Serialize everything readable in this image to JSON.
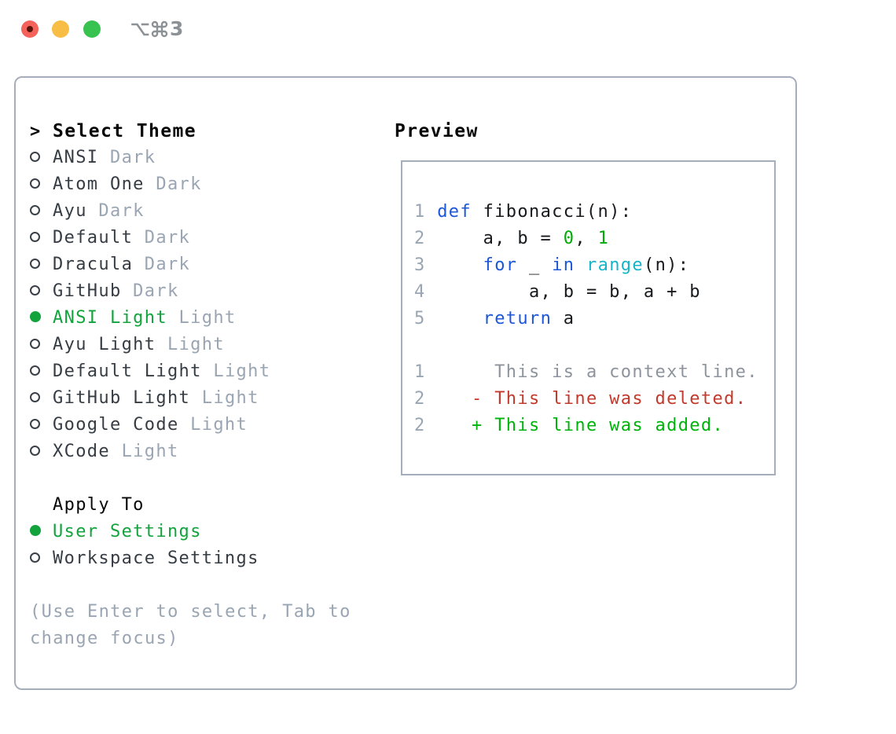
{
  "titlebar": {
    "traffic_lights": [
      "close",
      "minimize",
      "zoom"
    ],
    "shortcut": {
      "modifier_icons": [
        "option",
        "command"
      ],
      "digit": "3"
    }
  },
  "theme_list": {
    "header": "Select Theme",
    "header_prefix": ">",
    "items": [
      {
        "name": "ANSI",
        "variant": "Dark",
        "selected": false
      },
      {
        "name": "Atom One",
        "variant": "Dark",
        "selected": false
      },
      {
        "name": "Ayu",
        "variant": "Dark",
        "selected": false
      },
      {
        "name": "Default",
        "variant": "Dark",
        "selected": false
      },
      {
        "name": "Dracula",
        "variant": "Dark",
        "selected": false
      },
      {
        "name": "GitHub",
        "variant": "Dark",
        "selected": false
      },
      {
        "name": "ANSI Light",
        "variant": "Light",
        "selected": true
      },
      {
        "name": "Ayu Light",
        "variant": "Light",
        "selected": false
      },
      {
        "name": "Default Light",
        "variant": "Light",
        "selected": false
      },
      {
        "name": "GitHub Light",
        "variant": "Light",
        "selected": false
      },
      {
        "name": "Google Code",
        "variant": "Light",
        "selected": false
      },
      {
        "name": "XCode",
        "variant": "Light",
        "selected": false
      }
    ]
  },
  "apply_to": {
    "header": "Apply To",
    "options": [
      {
        "label": "User Settings",
        "selected": true
      },
      {
        "label": "Workspace Settings",
        "selected": false
      }
    ]
  },
  "footer": {
    "help_lines": [
      "(Use Enter to select, Tab to",
      "change focus)"
    ]
  },
  "preview": {
    "title": "Preview",
    "lines": [
      [],
      [
        {
          "t": "1 ",
          "c": "ln"
        },
        {
          "t": "def",
          "c": "kw"
        },
        {
          "t": " fibonacci(n):",
          "c": "pl"
        }
      ],
      [
        {
          "t": "2 ",
          "c": "ln"
        },
        {
          "t": "    a, b = ",
          "c": "pl"
        },
        {
          "t": "0",
          "c": "num"
        },
        {
          "t": ", ",
          "c": "pl"
        },
        {
          "t": "1",
          "c": "num"
        }
      ],
      [
        {
          "t": "3 ",
          "c": "ln"
        },
        {
          "t": "    ",
          "c": "pl"
        },
        {
          "t": "for",
          "c": "kw"
        },
        {
          "t": " _ ",
          "c": "pl"
        },
        {
          "t": "in",
          "c": "kw"
        },
        {
          "t": " ",
          "c": "pl"
        },
        {
          "t": "range",
          "c": "fn"
        },
        {
          "t": "(n):",
          "c": "pl"
        }
      ],
      [
        {
          "t": "4 ",
          "c": "ln"
        },
        {
          "t": "        a, b = b, a + b",
          "c": "pl"
        }
      ],
      [
        {
          "t": "5 ",
          "c": "ln"
        },
        {
          "t": "    ",
          "c": "pl"
        },
        {
          "t": "return",
          "c": "kw"
        },
        {
          "t": " a",
          "c": "pl"
        }
      ],
      [],
      [
        {
          "t": "1",
          "c": "ln"
        },
        {
          "t": "      This is a context line.",
          "c": "ctx"
        }
      ],
      [
        {
          "t": "2",
          "c": "ln"
        },
        {
          "t": "    ",
          "c": "pl"
        },
        {
          "t": "- This line was deleted.",
          "c": "del"
        }
      ],
      [
        {
          "t": "2",
          "c": "ln"
        },
        {
          "t": "    ",
          "c": "pl"
        },
        {
          "t": "+ This line was added.",
          "c": "add"
        }
      ],
      []
    ]
  },
  "colors": {
    "selection_green": "#12a33c",
    "added_green": "#00b30b",
    "number_green": "#00ab05",
    "deleted_red": "#c23a2b",
    "keyword_blue": "#1c57d9",
    "builtin_cyan": "#16b4c9",
    "muted_gray": "#9aa5b3",
    "border_gray": "#a7aebb",
    "traffic_red": "#f4625a",
    "traffic_yellow": "#f8bd44",
    "traffic_green": "#38c24f"
  }
}
